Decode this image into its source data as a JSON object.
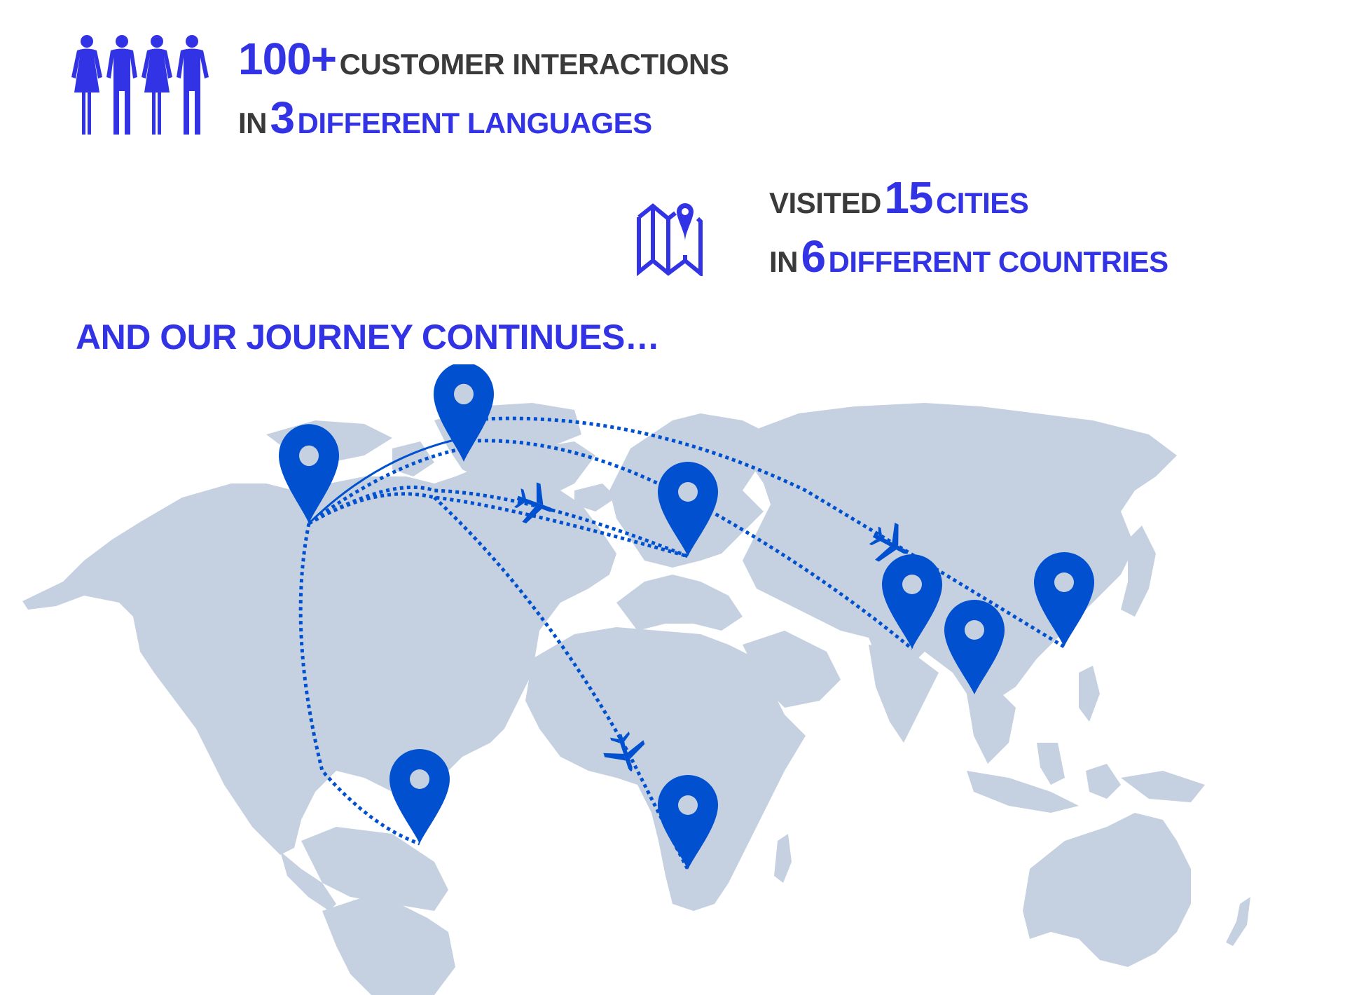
{
  "stats": {
    "interactions": {
      "number": "100+",
      "label": "CUSTOMER INTERACTIONS",
      "prefix2": "IN",
      "number2": "3",
      "label2": "DIFFERENT LANGUAGES",
      "icon": "people-group-icon"
    },
    "travel": {
      "prefix": "VISITED",
      "number": "15",
      "label": "CITIES",
      "prefix2": "IN",
      "number2": "6",
      "label2": "DIFFERENT COUNTRIES",
      "icon": "map-pin-icon"
    }
  },
  "heading": "AND OUR JOURNEY CONTINUES…",
  "map": {
    "land_color": "#c5d1e0",
    "route_color": "#0050d0",
    "pin_color": "#0050d0",
    "pins": [
      {
        "name": "north-america-pin"
      },
      {
        "name": "greenland-pin"
      },
      {
        "name": "europe-pin"
      },
      {
        "name": "india-pin"
      },
      {
        "name": "southeast-asia-pin"
      },
      {
        "name": "east-asia-pin"
      },
      {
        "name": "south-america-pin"
      },
      {
        "name": "south-africa-pin"
      }
    ],
    "planes": 3
  },
  "colors": {
    "accent": "#3333e6",
    "text_dark": "#3a3a3a",
    "pin": "#0050d0",
    "land": "#c5d1e0"
  }
}
